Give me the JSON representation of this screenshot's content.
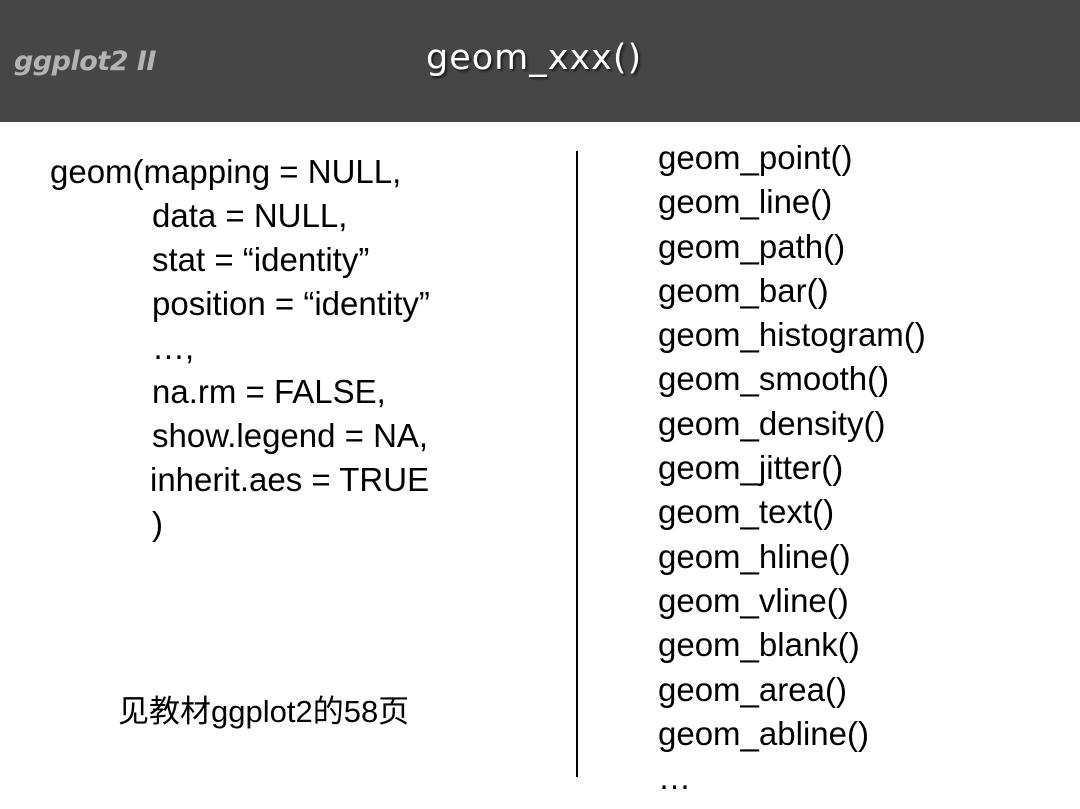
{
  "header": {
    "brand": "ggplot2 II",
    "title": "geom_xxx()"
  },
  "signature": {
    "lines": [
      "geom(mapping = NULL,",
      "data = NULL,",
      "stat = “identity”",
      "position = “identity”",
      "…,",
      "na.rm = FALSE,",
      "show.legend = NA,",
      "inherit.aes = TRUE",
      ")"
    ]
  },
  "note": "见教材ggplot2的58页",
  "geoms": [
    "geom_point()",
    "geom_line()",
    "geom_path()",
    "geom_bar()",
    "geom_histogram()",
    "geom_smooth()",
    "geom_density()",
    "geom_jitter()",
    "geom_text()",
    "geom_hline()",
    "geom_vline()",
    "geom_blank()",
    "geom_area()",
    "geom_abline()",
    "…"
  ],
  "colors": {
    "header_bg": "#464646",
    "brand": "#b3b3b3",
    "title": "#ffffff",
    "text": "#000000"
  }
}
